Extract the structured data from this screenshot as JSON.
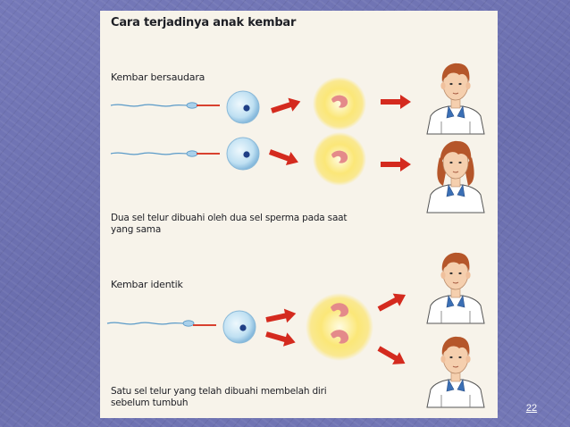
{
  "diagram": {
    "title": "Cara terjadinya anak kembar",
    "fraternal": {
      "label": "Kembar bersaudara",
      "caption_line1": "Dua sel telur dibuahi oleh dua sel sperma pada saat",
      "caption_line2": "yang sama"
    },
    "identical": {
      "label": "Kembar identik",
      "caption_line1": "Satu sel telur yang telah dibuahi membelah diri",
      "caption_line2": "sebelum tumbuh"
    }
  },
  "slide": {
    "number": "22"
  },
  "colors": {
    "arrow": "#d42a1e",
    "egg": "#bfe0f2",
    "zygote_glow": "#f9e25a",
    "embryo": "#e48a8a",
    "hair": "#b5562a",
    "skin": "#f5cfae",
    "shirt": "#ffffff",
    "collar": "#3a6fb5"
  },
  "icons": [
    "sperm-icon",
    "egg-cell-icon",
    "zygote-icon",
    "boy-icon",
    "girl-icon",
    "arrow-icon"
  ]
}
